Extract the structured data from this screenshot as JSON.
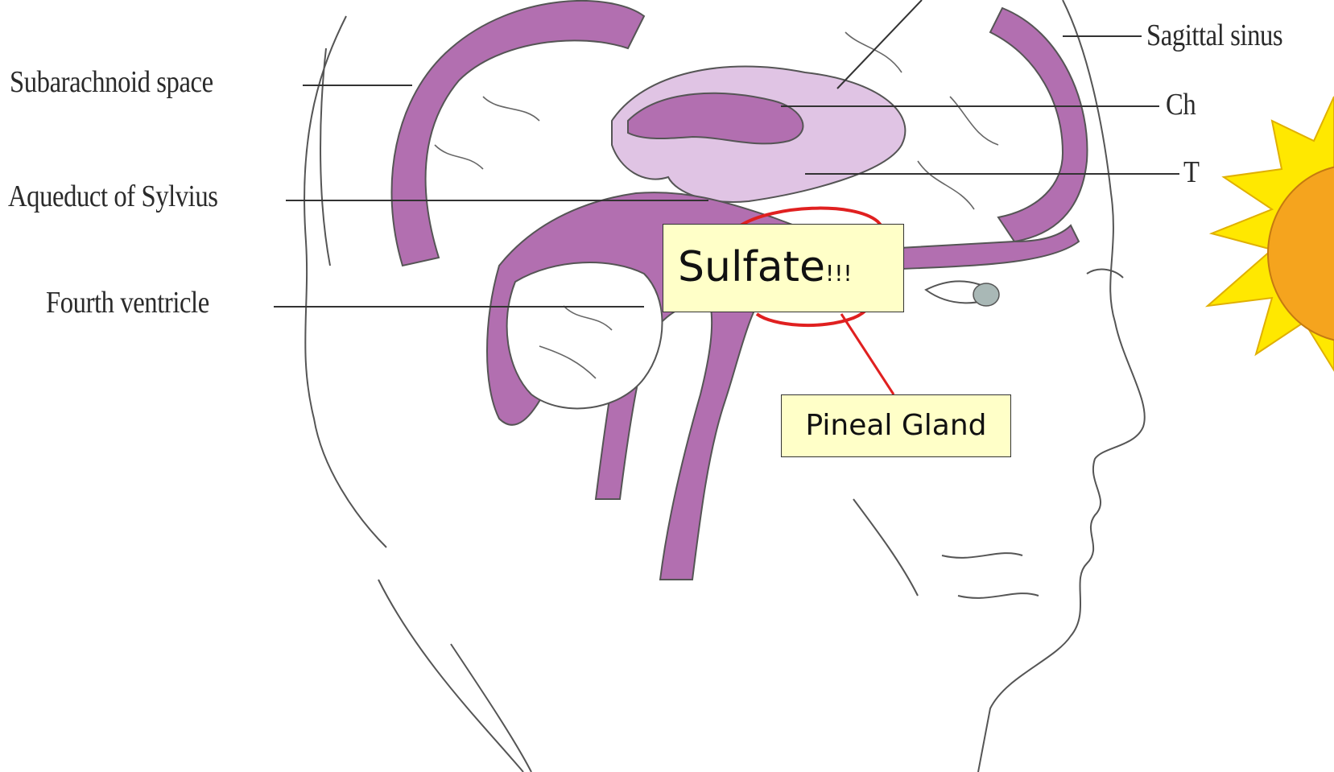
{
  "labels": {
    "subarachnoid": "Subarachnoid space",
    "aqueduct": "Aqueduct of Sylvius",
    "fourth_ventricle": "Fourth ventricle",
    "sagittal_sinus": "Sagittal sinus",
    "choroid_partial": "Ch",
    "third_partial": "T"
  },
  "callouts": {
    "sulfate_main": "Sulfate",
    "sulfate_suffix": "!!!",
    "pineal": "Pineal Gland"
  },
  "colors": {
    "csf_purple": "#b26fb0",
    "csf_light": "#e0c4e4",
    "callout_fill": "#ffffc8",
    "highlight_red": "#e02020",
    "sun_outer": "#ffe800",
    "sun_inner": "#f5a41e",
    "outline": "#333333"
  },
  "icons": {
    "sun": "sun-icon"
  }
}
